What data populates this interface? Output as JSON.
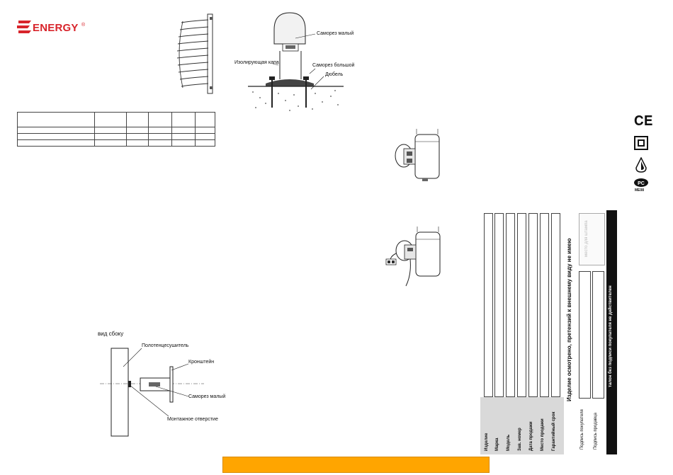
{
  "logo": {
    "brand": "ENERGY",
    "mark": "®"
  },
  "install_top": {
    "small_screw": "Саморез малый",
    "insulating_pad": "Изолирующая капа",
    "large_screw": "Саморез большой",
    "dowel": "Дюбель"
  },
  "side_view": {
    "title": "вид сбоку",
    "towel_dryer": "Полотенцесушитель",
    "bracket": "Кронштейн",
    "small_screw": "Саморез малый",
    "mounting_hole": "Монтажное отверстие"
  },
  "warranty": {
    "fields": [
      "Изделие",
      "Марка",
      "Модель",
      "Зав. номер",
      "Дата продажи",
      "Место продажи",
      "Гарантийный срок"
    ],
    "inspected_note": "Изделие осмотрено, претензий к внешнему виду не имею",
    "stamp_place": "место для штампа",
    "buyer_signature": "Подпись покупателя",
    "seller_signature": "Подпись продавца",
    "invalid_note": "талон без подписи покупателя не действителен"
  },
  "certs": {
    "gost_code": "МЕ08"
  }
}
